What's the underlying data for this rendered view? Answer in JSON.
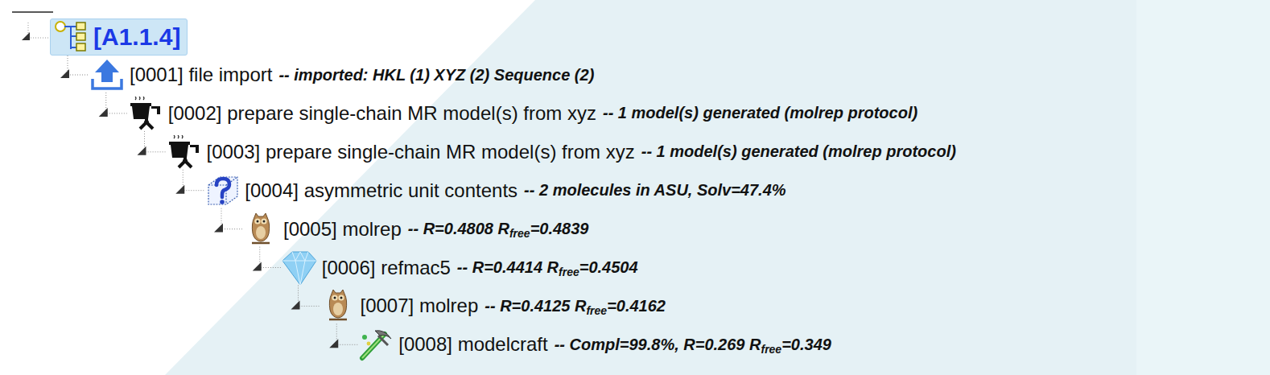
{
  "diagram": {
    "nodes": [
      {
        "text": [
          "[A1.1.4]"
        ]
      },
      {
        "text": [
          "[0001] file import",
          "-- imported: HKL (1) XYZ (2) Sequence (2)"
        ]
      },
      {
        "text": [
          "[0002] prepare single-chain MR model(s) from xyz",
          "-- 1 model(s) generated (molrep protocol)"
        ]
      },
      {
        "text": [
          "[0003] prepare single-chain MR model(s) from xyz",
          "-- 1 model(s) generated (molrep protocol)"
        ]
      },
      {
        "text": [
          "[0004] asymmetric unit contents",
          "-- 2 molecules in ASU, Solv=47.4%"
        ]
      },
      {
        "text": [
          "[0005] molrep",
          "-- R=0.4808 Rfree=0.4839"
        ]
      },
      {
        "text": [
          "[0006] refmac5",
          "-- R=0.4414 Rfree=0.4504"
        ]
      },
      {
        "text": [
          "[0007] molrep",
          "-- R=0.4125 Rfree=0.4162"
        ]
      },
      {
        "text": [
          "[0008] modelcraft",
          "-- Compl=99.8%, R=0.269 Rfree=0.349"
        ]
      }
    ],
    "edges": [
      {
        "from": 0,
        "to": 1,
        "arrow": "none"
      },
      {
        "from": 1,
        "to": 2,
        "arrow": "none"
      },
      {
        "from": 2,
        "to": 3,
        "arrow": "none"
      },
      {
        "from": 3,
        "to": 4,
        "arrow": "none"
      },
      {
        "from": 4,
        "to": 5,
        "arrow": "none"
      },
      {
        "from": 5,
        "to": 6,
        "arrow": "none"
      },
      {
        "from": 6,
        "to": 7,
        "arrow": "none"
      },
      {
        "from": 7,
        "to": 8,
        "arrow": "none"
      }
    ]
  }
}
